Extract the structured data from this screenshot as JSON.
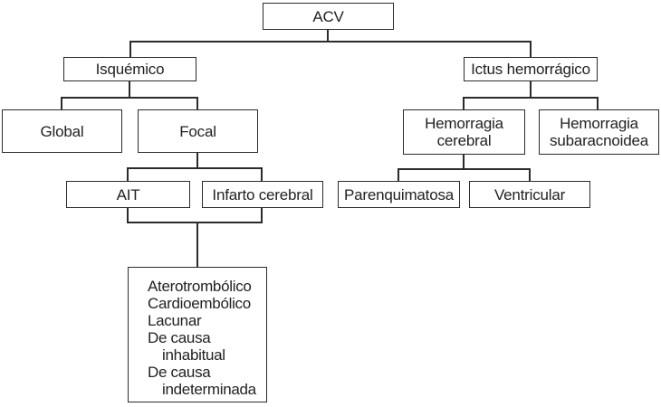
{
  "diagram": {
    "type": "tree",
    "colors": {
      "line": "#2b2b2b",
      "background": "#ffffff",
      "text": "#222222"
    }
  },
  "nodes": {
    "acv": {
      "label": "ACV"
    },
    "isquemico": {
      "label": "Isquémico"
    },
    "ictus_hemorragico": {
      "label": "Ictus hemorrágico"
    },
    "global": {
      "label": "Global"
    },
    "focal": {
      "label": "Focal"
    },
    "hemorragia_cerebral": {
      "label": "Hemorragia cerebral"
    },
    "hemorragia_subaracnoidea": {
      "label": "Hemorragia subaracnoidea"
    },
    "ait": {
      "label": "AIT"
    },
    "infarto_cerebral": {
      "label": "Infarto cerebral"
    },
    "parenquimatosa": {
      "label": "Parenquimatosa"
    },
    "ventricular": {
      "label": "Ventricular"
    },
    "subtipos": {
      "lines": [
        "Aterotrombólico",
        "Cardioembólico",
        "Lacunar",
        "De causa",
        "inhabitual",
        "De causa",
        "indeterminada"
      ]
    }
  }
}
